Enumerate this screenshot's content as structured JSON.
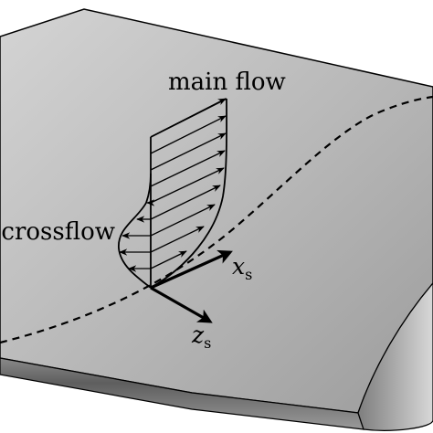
{
  "labels": {
    "main_flow": "main flow",
    "crossflow": "crossflow",
    "x_axis_base": "x",
    "x_axis_sub": "s",
    "z_axis_base": "z",
    "z_axis_sub": "s"
  },
  "colors": {
    "wing_light": "#cfcfcf",
    "wing_mid": "#a6a6a6",
    "wing_dark": "#6f6f6f",
    "outline": "#000000",
    "background": "#ffffff"
  }
}
